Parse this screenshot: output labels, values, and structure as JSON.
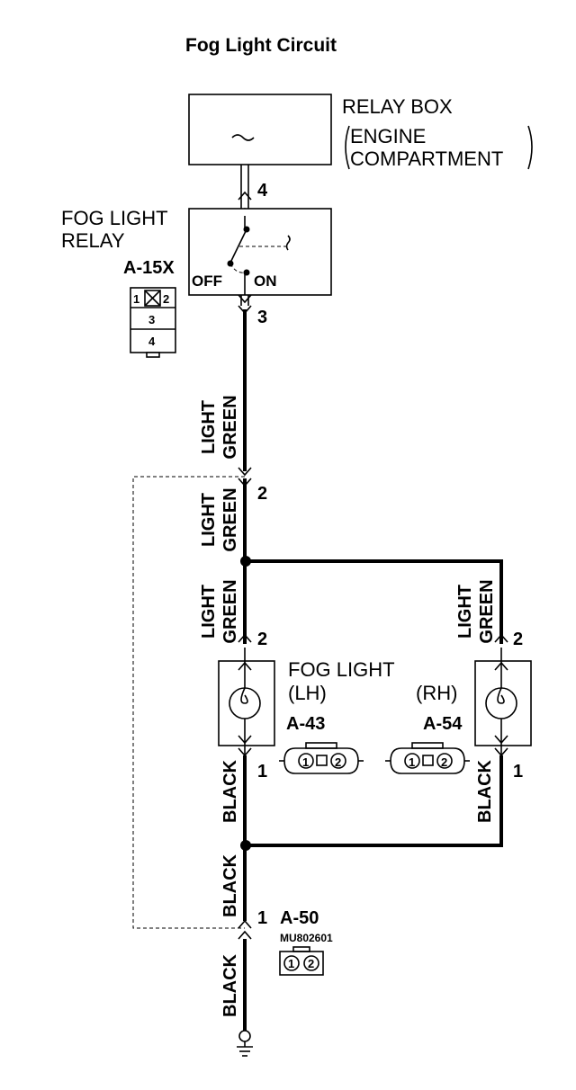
{
  "title": "Fog Light Circuit",
  "relay_box": {
    "line1": "RELAY BOX",
    "line2": "ENGINE",
    "line3": "COMPARTMENT",
    "pin": "4"
  },
  "fog_light_relay": {
    "line1": "FOG LIGHT",
    "line2": "RELAY",
    "connector": "A-15X",
    "off": "OFF",
    "on": "ON",
    "pin_out": "3"
  },
  "relay_connector_pins": [
    "1",
    "2",
    "3",
    "4"
  ],
  "wires": {
    "w1": [
      "LIGHT",
      "GREEN"
    ],
    "w2": [
      "LIGHT",
      "GREEN"
    ],
    "w3": [
      "LIGHT",
      "GREEN"
    ],
    "w4": [
      "LIGHT",
      "GREEN"
    ],
    "b1": "BLACK",
    "b2": "BLACK",
    "b3": "BLACK",
    "b4": "BLACK"
  },
  "junction_pin_top": "2",
  "fog_light": {
    "label": "FOG LIGHT",
    "lh": "(LH)",
    "rh": "(RH)",
    "lh_connector": "A-43",
    "rh_connector": "A-54",
    "lh_pin_top": "2",
    "lh_pin_bottom": "1",
    "rh_pin_top": "2",
    "rh_pin_bottom": "1",
    "conn_pins": [
      "1",
      "2"
    ]
  },
  "ground_connector": {
    "name": "A-50",
    "part": "MU802601",
    "pin": "1",
    "pins": [
      "1",
      "2"
    ]
  }
}
